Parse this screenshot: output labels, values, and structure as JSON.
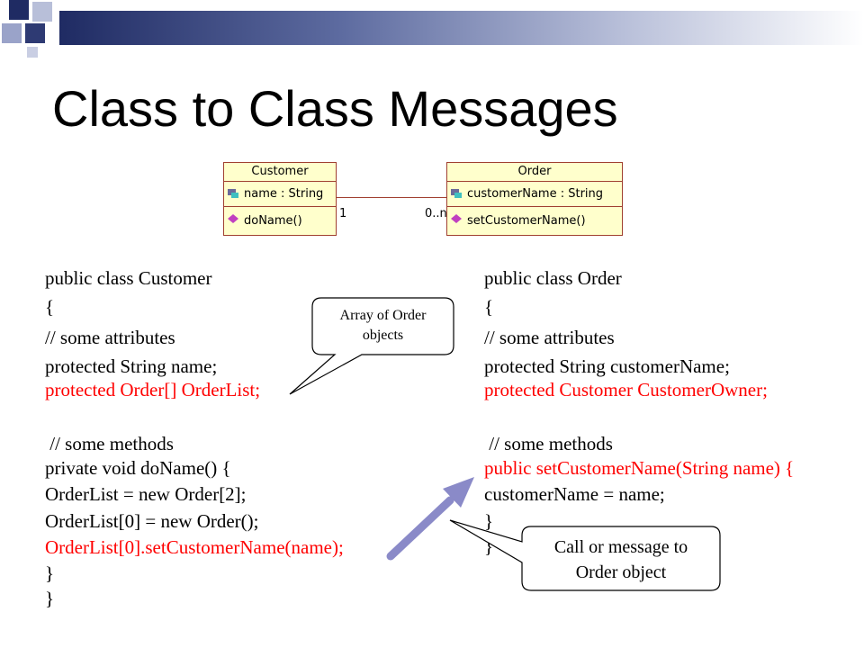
{
  "slide": {
    "title": "Class to Class Messages"
  },
  "uml": {
    "customer": {
      "name": "Customer",
      "attribute": "name : String",
      "method": "doName()"
    },
    "order": {
      "name": "Order",
      "attribute": "customerName : String",
      "method": "setCustomerName()"
    },
    "association": {
      "mult_left": "1",
      "mult_right": "0..n"
    }
  },
  "code_left": {
    "lines": [
      "public class Customer",
      "{",
      "// some attributes",
      "protected String name;",
      "protected Order[] OrderList;",
      "",
      " // some methods",
      "private void doName() {",
      "OrderList = new Order[2];",
      "OrderList[0] = new Order();",
      "OrderList[0].setCustomerName(name);",
      "}",
      "}"
    ]
  },
  "code_right": {
    "lines": [
      "public class Order",
      "{",
      "// some attributes",
      "protected String customerName;",
      "protected Customer CustomerOwner;",
      "",
      " // some methods",
      "public setCustomerName(String name) {",
      "customerName = name;",
      "}",
      "}"
    ]
  },
  "callouts": {
    "array": {
      "line1": "Array of Order",
      "line2": "objects"
    },
    "message": {
      "line1": "Call or message to",
      "line2": "Order object"
    }
  },
  "colors": {
    "highlight": "#ff0000",
    "uml_fill": "#ffffcc",
    "uml_border": "#a04030",
    "arrow": "#8a8ac8"
  }
}
